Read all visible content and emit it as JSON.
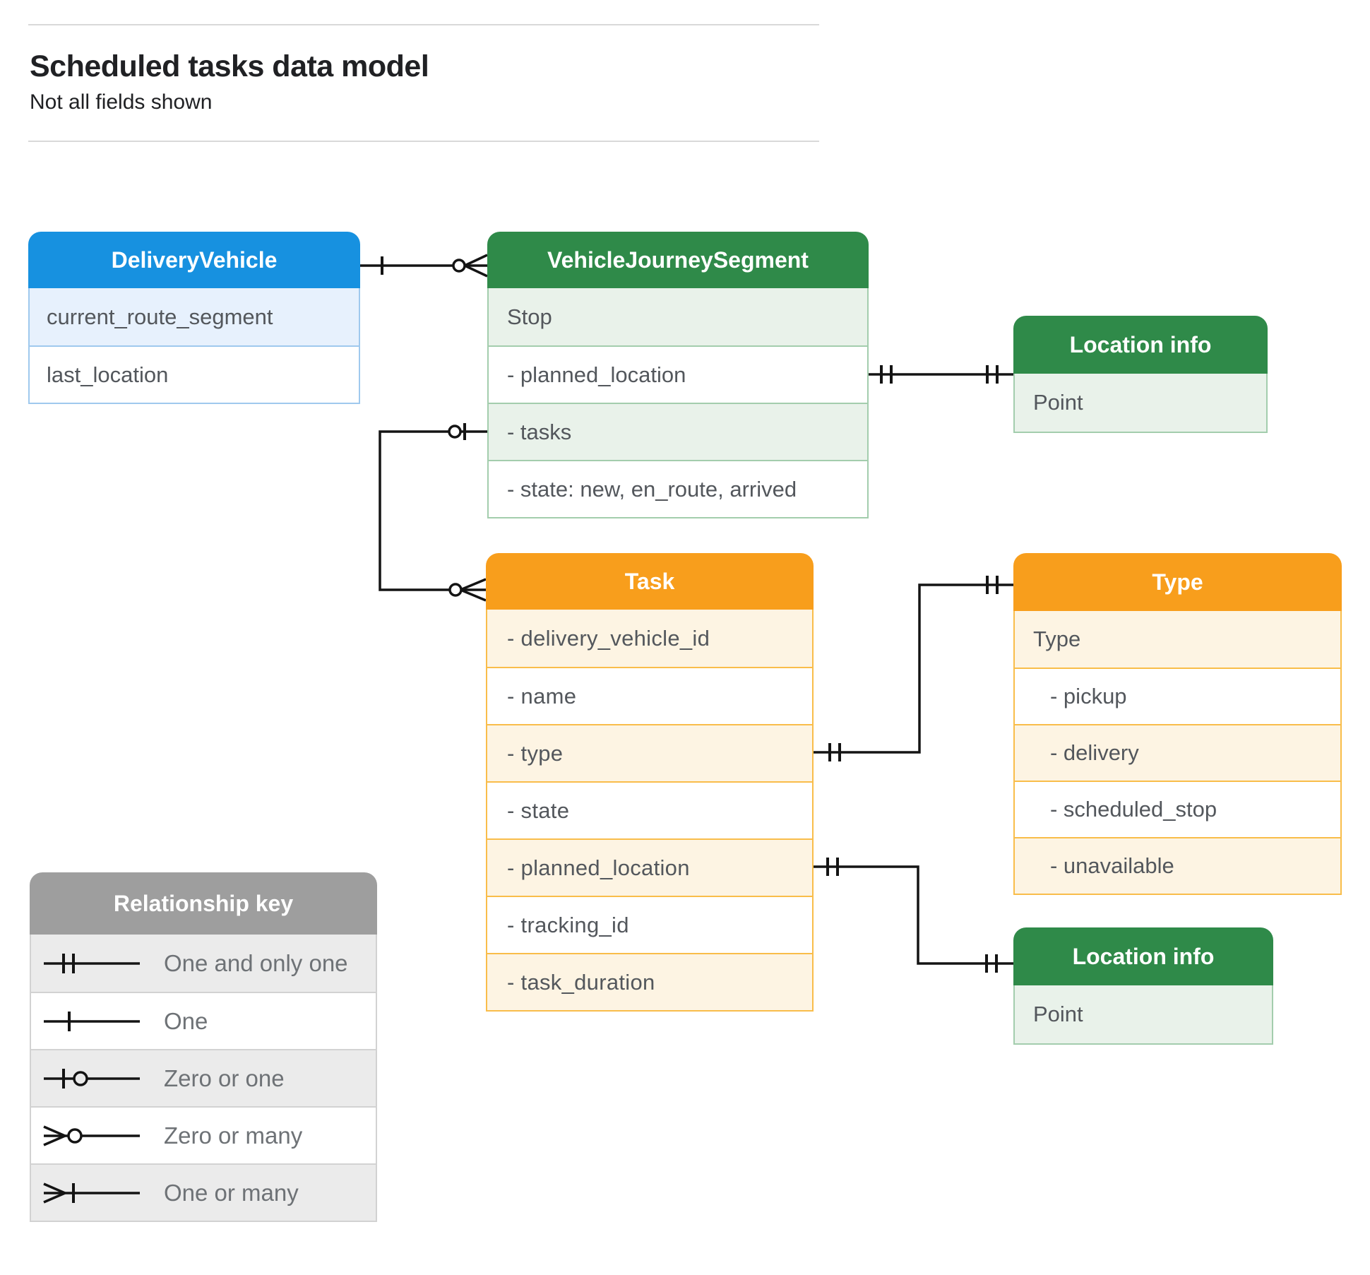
{
  "header": {
    "title": "Scheduled tasks data model",
    "subtitle": "Not all fields shown"
  },
  "entities": {
    "delivery_vehicle": {
      "title": "DeliveryVehicle",
      "fields": [
        "current_route_segment",
        "last_location"
      ]
    },
    "vehicle_journey_segment": {
      "title": "VehicleJourneySegment",
      "fields": [
        "Stop",
        "- planned_location",
        "- tasks",
        "- state: new, en_route, arrived"
      ]
    },
    "location_info_top": {
      "title": "Location info",
      "fields": [
        "Point"
      ]
    },
    "task": {
      "title": "Task",
      "fields": [
        "- delivery_vehicle_id",
        "- name",
        "- type",
        "- state",
        "- planned_location",
        "- tracking_id",
        "- task_duration"
      ]
    },
    "type": {
      "title": "Type",
      "fields": [
        "Type",
        "- pickup",
        "- delivery",
        "- scheduled_stop",
        "- unavailable"
      ]
    },
    "location_info_bottom": {
      "title": "Location info",
      "fields": [
        "Point"
      ]
    }
  },
  "legend": {
    "title": "Relationship key",
    "items": [
      {
        "symbol": "one-and-only-one",
        "label": "One and only one"
      },
      {
        "symbol": "one",
        "label": "One"
      },
      {
        "symbol": "zero-or-one",
        "label": "Zero or one"
      },
      {
        "symbol": "zero-or-many",
        "label": "Zero or many"
      },
      {
        "symbol": "one-or-many",
        "label": "One or many"
      }
    ]
  },
  "colors": {
    "entity_blue": "#1791E0",
    "entity_green": "#2F8A49",
    "entity_orange": "#F89E1C",
    "legend_gray": "#9E9E9E",
    "connector": "#141414",
    "field_text": "#53575C"
  }
}
